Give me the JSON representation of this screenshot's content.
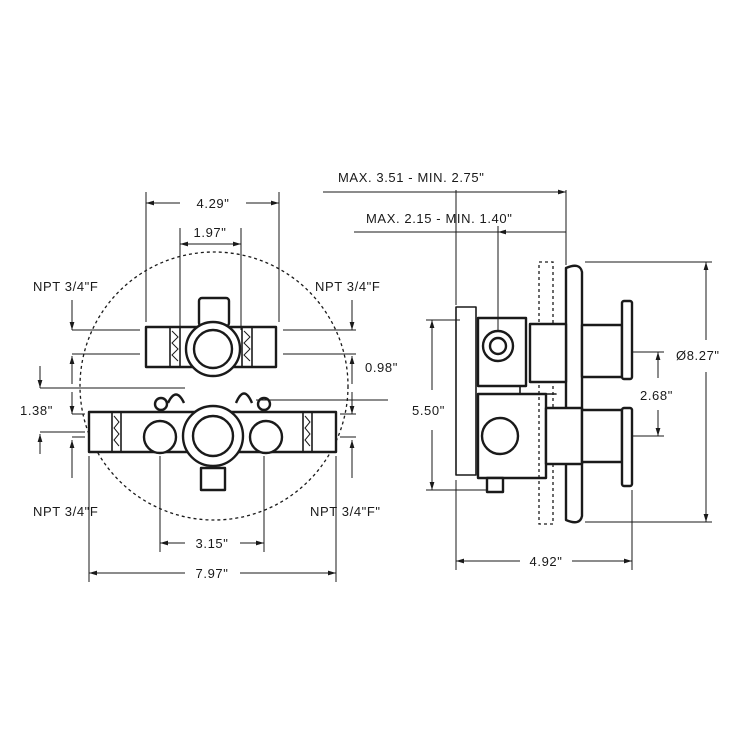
{
  "front_view": {
    "labels": {
      "width_top": "4.29\"",
      "width_inner": "1.97\"",
      "npt_top_left": "NPT 3/4\"F",
      "npt_top_right": "NPT 3/4\"F",
      "offset_right": "0.98\"",
      "offset_left": "1.38\"",
      "npt_bottom_left": "NPT 3/4\"F",
      "npt_bottom_right": "NPT 3/4\"F\"",
      "width_bottom_inner": "3.15\"",
      "width_overall": "7.97\""
    }
  },
  "side_view": {
    "labels": {
      "max_min_outer": "MAX. 3.51 - MIN. 2.75\"",
      "max_min_inner": "MAX. 2.15 - MIN. 1.40\"",
      "height_body": "5.50\"",
      "spacing": "2.68\"",
      "diameter": "Ø8.27\"",
      "depth": "4.92\""
    }
  },
  "colors": {
    "line": "#1a1a1a",
    "background": "#ffffff"
  }
}
